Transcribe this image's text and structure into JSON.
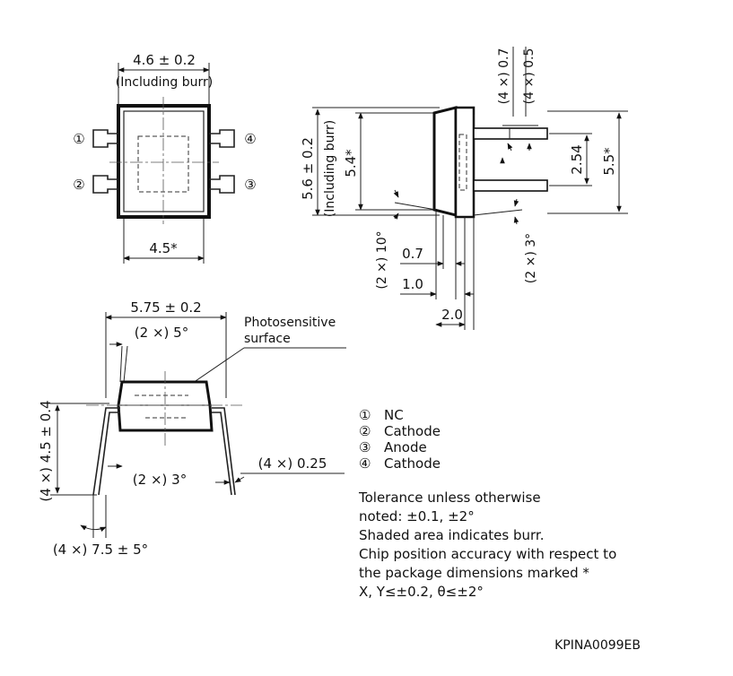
{
  "top_view": {
    "width_dim": "4.6 ± 0.2",
    "width_note": "(Including burr)",
    "inner_width_dim": "4.5*",
    "pins": [
      {
        "number": "①",
        "label": "1"
      },
      {
        "number": "②",
        "label": "2"
      },
      {
        "number": "③",
        "label": "3"
      },
      {
        "number": "④",
        "label": "4"
      }
    ]
  },
  "side_view": {
    "lead_dim_a": "(4 ×) 0.7",
    "lead_dim_b": "(4 ×) 0.5",
    "height_dim": "5.6 ± 0.2",
    "height_note": "(Including burr)",
    "inner_height_dim": "5.4*",
    "pitch_dim": "2.54",
    "lead_span_dim": "5.5*",
    "angle_left": "(2 ×) 10°",
    "angle_right": "(2 ×) 3°",
    "dim_07": "0.7",
    "dim_10": "1.0",
    "dim_20": "2.0"
  },
  "front_view": {
    "width_dim": "5.75 ± 0.2",
    "angle_top": "(2 ×) 5°",
    "photosensitive_label_1": "Photosensitive",
    "photosensitive_label_2": "surface",
    "height_dim": "(4 ×) 4.5 ± 0.4",
    "angle_inner": "(2 ×) 3°",
    "lead_thickness": "(4 ×) 0.25",
    "lead_angle": "(4 ×) 7.5 ± 5°"
  },
  "pin_legend": [
    {
      "symbol": "①",
      "name": "NC"
    },
    {
      "symbol": "②",
      "name": "Cathode"
    },
    {
      "symbol": "③",
      "name": "Anode"
    },
    {
      "symbol": "④",
      "name": "Cathode"
    }
  ],
  "notes": [
    "Tolerance unless otherwise",
    "noted: ±0.1, ±2°",
    "Shaded area indicates burr.",
    "Chip position accuracy with respect to",
    "the package dimensions marked *",
    "X, Y≤±0.2, θ≤±2°"
  ],
  "drawing_code": "KPINA0099EB"
}
